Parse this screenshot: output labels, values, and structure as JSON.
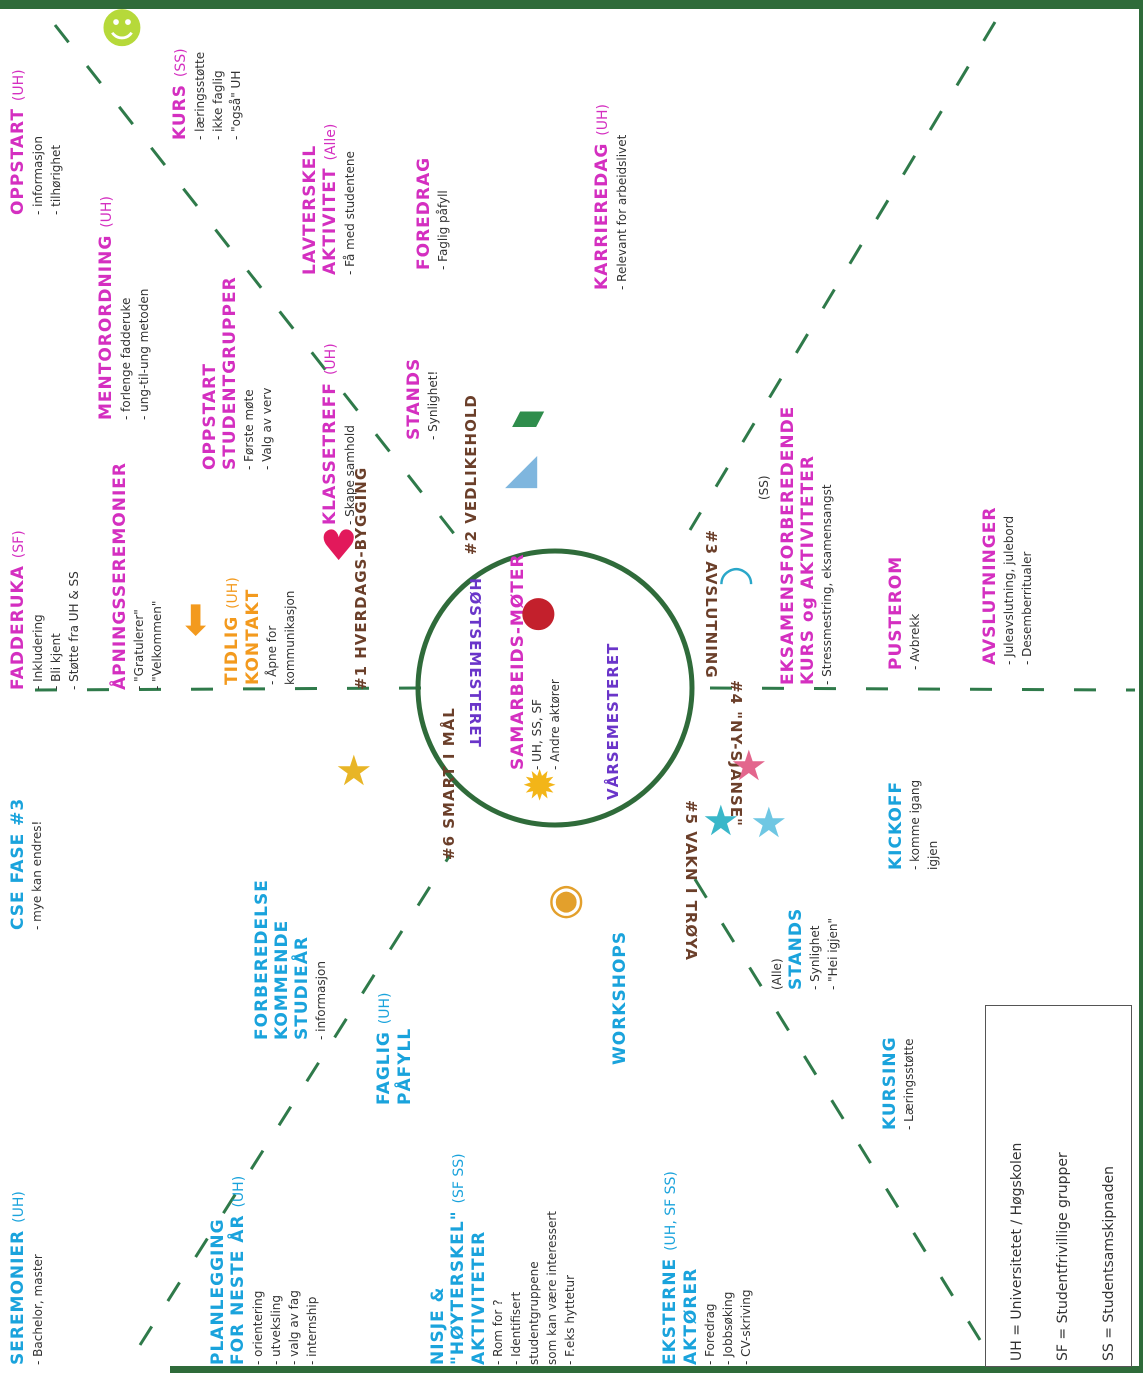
{
  "center": {
    "top": "HØSTSEMESTERET",
    "bottom": "VÅRSEMESTERET",
    "meeting_title": "SAMARBEIDS-MØTER",
    "meeting_lines": [
      "- UH, SS, SF",
      "- Andre aktører"
    ]
  },
  "ring_labels": {
    "p1": "#1  HVERDAGS-BYGGING",
    "p2": "#2  VEDLIKEHOLD",
    "p3": "#3  AVSLUTNING",
    "p4": "#4  \"NY-SJANSE\"",
    "p5": "#5  VAKN I TRØYA",
    "p6": "#6  SMART I MÅL"
  },
  "sections": {
    "fadderuka": {
      "title": "FADDERUKA",
      "tag": "(SF)",
      "lines": [
        "- Inkludering",
        "- Bli kjent",
        "- Støtte fra UH & SS"
      ]
    },
    "apning": {
      "title": "ÅPNINGSSEREMONIER",
      "lines": [
        "- \"Gratulerer\"",
        "- \"Velkommen\""
      ]
    },
    "tidlig": {
      "title": "TIDLIG",
      "tag": "(UH)",
      "title2": "KONTAKT",
      "lines": [
        "- Åpne for",
        "kommunikasjon"
      ]
    },
    "stands_h": {
      "title": "STANDS",
      "lines": [
        "- Synlighet!"
      ]
    },
    "oppstart_sg": {
      "title": "OPPSTART",
      "title2": "STUDENTGRUPPER",
      "lines": [
        "- Første møte",
        "- Valg av verv"
      ]
    },
    "klassetreff": {
      "title": "KLASSETREFF",
      "tag": "(UH)",
      "lines": [
        "- Skape samhold"
      ]
    },
    "mentor": {
      "title": "MENTORORDNING",
      "tag": "(UH)",
      "lines": [
        "- forlenge fadderuke",
        "- ung-til-ung metoden"
      ]
    },
    "oppstart_uh": {
      "title": "OPPSTART",
      "tag": "(UH)",
      "lines": [
        "- informasjon",
        "- tilhørighet"
      ]
    },
    "kurs": {
      "title": "KURS",
      "tag": "(SS)",
      "lines": [
        "- læringsstøtte",
        "- ikke faglig",
        "- \"også\" UH"
      ]
    },
    "lavterskel": {
      "title": "LAVTERSKEL",
      "title2": "AKTIVITET",
      "tag": "(Alle)",
      "lines": [
        "- Få med studentene"
      ]
    },
    "foredrag": {
      "title": "FOREDRAG",
      "lines": [
        "- Faglig påfyll"
      ]
    },
    "karriere": {
      "title": "KARRIEREDAG",
      "tag": "(UH)",
      "lines": [
        "- Relevant for arbeidslivet"
      ]
    },
    "eksamen": {
      "title": "EKSAMENSFORBEREDENDE",
      "title2": "KURS og AKTIVITETER",
      "tag": "(SS)",
      "lines": [
        "- Stressmestring, eksamensangst"
      ]
    },
    "puste": {
      "title": "PUSTEROM",
      "lines": [
        "- Avbrekk"
      ]
    },
    "avslutninger": {
      "title": "AVSLUTNINGER",
      "lines": [
        "- Juleavslutning, julebord",
        "- Desemberritualer"
      ]
    },
    "kickoff": {
      "title": "KICKOFF",
      "lines": [
        "- komme igang",
        "igjen"
      ]
    },
    "stands_v": {
      "title": "STANDS",
      "tag": "(Alle)",
      "lines": [
        "- Synlighet",
        "- \"Hei igjen\""
      ]
    },
    "kursing": {
      "title": "KURSING",
      "lines": [
        "- Læringsstøtte"
      ]
    },
    "workshops": {
      "title": "WORKSHOPS"
    },
    "faglig": {
      "title": "FAGLIG",
      "tag": "(UH)",
      "title2": "PÅFYLL"
    },
    "forberedelse": {
      "title": "FORBEREDELSE",
      "title2": "KOMMENDE",
      "title3": "STUDIEÅR",
      "lines": [
        "- informasjon"
      ]
    },
    "cse": {
      "title": "CSE FASE #3",
      "lines": [
        "- mye kan endres!"
      ]
    },
    "seremonier": {
      "title": "SEREMONIER",
      "tag": "(UH)",
      "lines": [
        "- Bachelor, master"
      ]
    },
    "planlegging": {
      "title": "PLANLEGGING",
      "title2": "FOR NESTE ÅR",
      "tag": "(UH)",
      "lines": [
        "- orientering",
        "- utveksling",
        "- valg av fag",
        "- internship"
      ]
    },
    "nisje": {
      "title": "NISJE &",
      "title2": "\"HØYTERSKEL\"",
      "title3": "AKTIVITETER",
      "tag": "(SF SS)",
      "lines": [
        "- Rom for ?",
        "- Identifisert",
        "studentgruppene",
        "som kan være interessert",
        "- F.eks hyttetur"
      ]
    },
    "eksterne": {
      "title": "EKSTERNE",
      "title2": "AKTØRER",
      "tag": "(UH, SF SS)",
      "lines": [
        "- Foredrag",
        "- Jobbsøking",
        "- CV-skriving"
      ]
    }
  },
  "legend": [
    "UH = Universitetet / Høgskolen",
    "SF = Studentfrivillige grupper",
    "SS = Studentsamskipnaden"
  ],
  "stickers": {
    "smiley": "smiley-face-icon",
    "heart": "heart-icon",
    "book": "book-icon",
    "ruler": "triangle-ruler-icon",
    "rainbow": "rainbow-icon",
    "apple": "apple-icon",
    "bee": "bee-icon",
    "stars": "star-icon",
    "palette": "palette-icon",
    "arrow": "down-arrow-icon"
  },
  "colors": {
    "green": "#2f6b3a",
    "magenta": "#d42fc0",
    "blue": "#1aa3dc",
    "orange": "#f39a1e",
    "purple": "#6a35c9",
    "brown": "#6b3f2a"
  }
}
